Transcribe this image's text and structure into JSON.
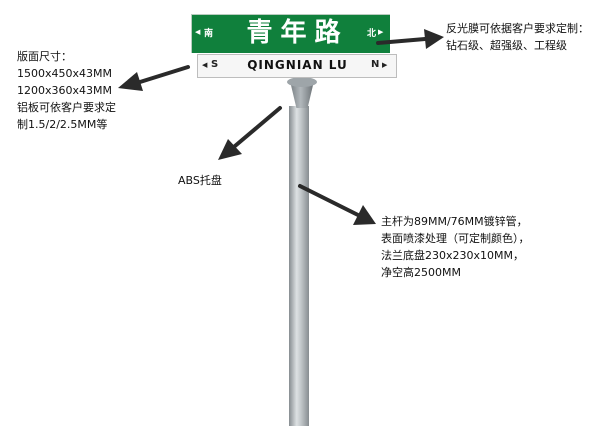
{
  "sign": {
    "street_name_cn": "青年路",
    "street_name_en": "QINGNIAN LU",
    "dir_south_cn": "南",
    "dir_north_cn": "北",
    "dir_south_en": "S",
    "dir_north_en": "N",
    "arrow_left": "◀",
    "arrow_right": "▶",
    "green": "#10803c"
  },
  "annotations": {
    "size_title": "版面尺寸：",
    "size_line1": "1500x450x43MM",
    "size_line2": "1200x360x43MM",
    "size_line3": "铝板可依客户要求定",
    "size_line4": "制1.5/2/2.5MM等",
    "film_line1": "反光膜可依据客户要求定制：",
    "film_line2": "钻石级、超强级、工程级",
    "tray": "ABS托盘",
    "pole_line1": "主杆为89MM/76MM镀锌管，",
    "pole_line2": "表面喷漆处理（可定制颜色），",
    "pole_line3": "法兰底盘230x230x10MM，",
    "pole_line4": "净空高2500MM"
  }
}
